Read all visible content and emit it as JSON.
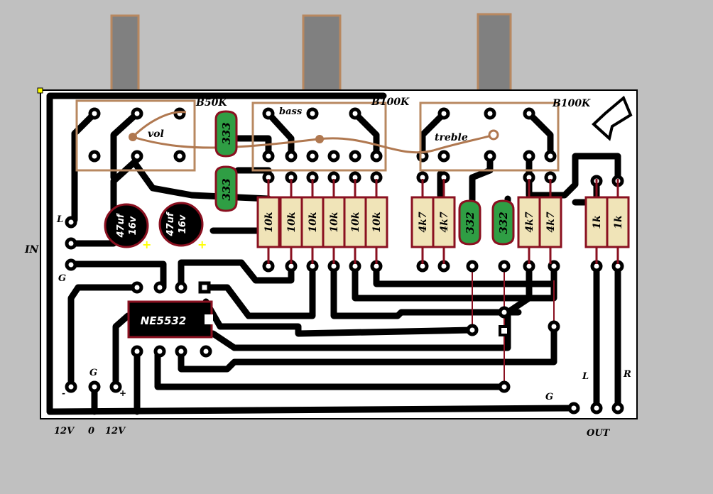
{
  "pots": [
    {
      "name": "B50K",
      "label": "vol"
    },
    {
      "name": "B100K",
      "label": "bass"
    },
    {
      "name": "B100K",
      "label": "treble"
    }
  ],
  "film_caps": [
    "333",
    "333",
    "332",
    "332"
  ],
  "electrolytics": [
    {
      "value": "47uf",
      "voltage": "16v"
    },
    {
      "value": "47uf",
      "voltage": "16v"
    }
  ],
  "resistors": [
    "10k",
    "10k",
    "10k",
    "10k",
    "10k",
    "10k",
    "4k7",
    "4k7",
    "4k7",
    "4k7",
    "1k",
    "1k"
  ],
  "ic": {
    "label": "NE5532"
  },
  "labels": {
    "in": "IN",
    "in_left": "L",
    "in_ground": "G",
    "supply_ground": "G",
    "minus": "-",
    "plus": "+",
    "supply_neg": "12V",
    "supply_zero": "0",
    "supply_pos": "12V",
    "out": "OUT",
    "out_left": "L",
    "out_right": "R",
    "out_ground": "G"
  },
  "colors": {
    "background": "#c0c0c0",
    "board": "#ffffff",
    "trace": "#000000",
    "pot_outline": "#b88860",
    "wiper_link": "#b07850",
    "film_cap": "#2f9e44",
    "resistor_body": "#f0e4b8",
    "resistor_border": "#8a1020",
    "electrolytic": "#000000",
    "ic_body": "#000000",
    "shaft": "#808080"
  }
}
